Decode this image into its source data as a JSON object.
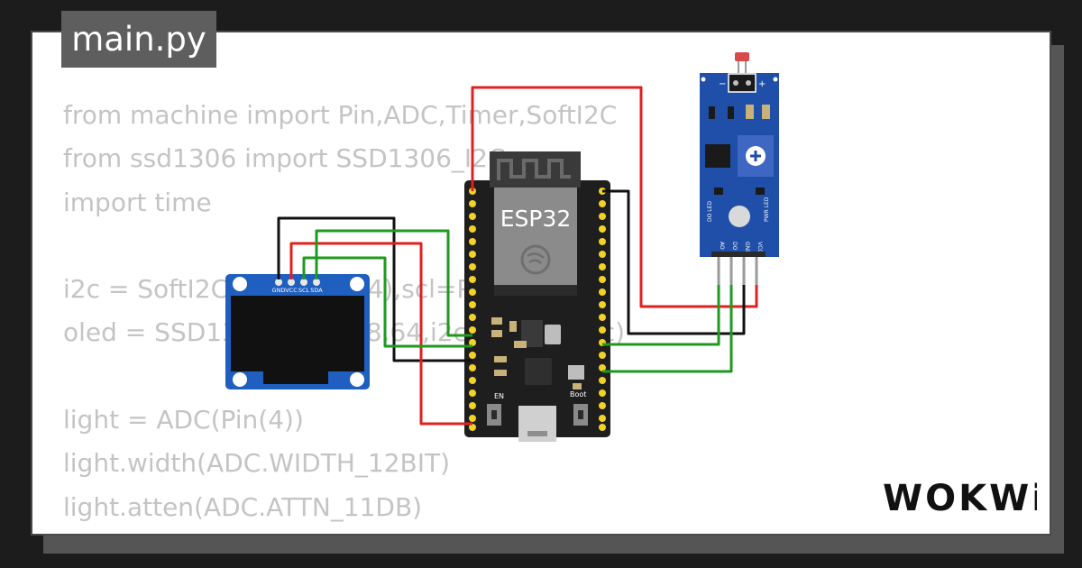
{
  "file_tab": {
    "title": "main.py"
  },
  "code_lines": [
    "from machine import Pin,ADC,Timer,SoftI2C",
    "from ssd1306 import SSD1306_I2C",
    "import time",
    "",
    "i2c = SoftI2C(sda=Pin(14),scl=Pin(12))",
    "oled = SSD1306_I2C(128,64,i2c,addr=0x3c)",
    "",
    "light = ADC(Pin(4))",
    "light.width(ADC.WIDTH_12BIT)",
    "light.atten(ADC.ATTN_11DB)"
  ],
  "oled": {
    "pin_labels": [
      "GND",
      "VCC",
      "SCL",
      "SDA"
    ]
  },
  "esp32": {
    "label": "ESP32",
    "en_label": "EN",
    "boot_label": "Boot"
  },
  "sensor": {
    "pin_labels": [
      "AO",
      "DO",
      "GND",
      "VCC"
    ],
    "minus": "−",
    "plus": "+",
    "do_led": "DO LED",
    "pwr_led": "PWR LED"
  },
  "logo": {
    "text": "WOKWi"
  },
  "colors": {
    "background": "#1c1c1c",
    "card": "#ffffff",
    "tab": "#5e5e5e",
    "code_text": "#c4c4c4",
    "wire_red": "#e02020",
    "wire_black": "#111111",
    "wire_green": "#1e9a1e",
    "oled_blue": "#1f5fbf",
    "sensor_blue": "#1f4fa8",
    "board_black": "#1e1e1e"
  }
}
